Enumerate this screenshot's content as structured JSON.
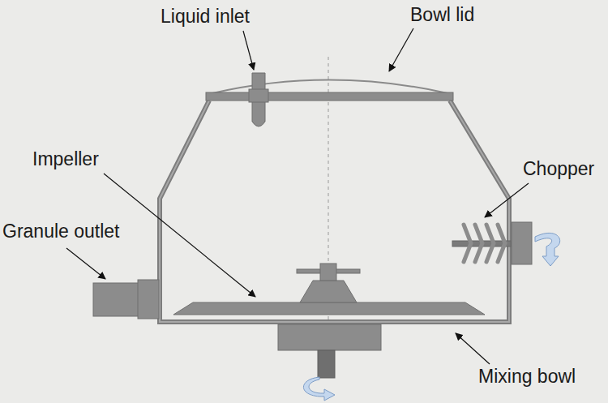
{
  "diagram": {
    "labels": [
      "Liquid inlet",
      "Bowl lid",
      "Impeller",
      "Chopper",
      "Granule outlet",
      "Mixing bowl"
    ]
  }
}
